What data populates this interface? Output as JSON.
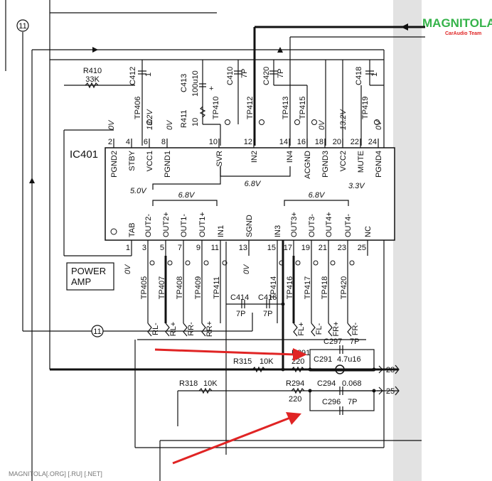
{
  "brand": {
    "name": "MAGNITOLA",
    "team": "CarAudio Team",
    "color": "#35b34a",
    "accent": "#e02424"
  },
  "footer": "MAGNITOLA[.ORG] [.RU] [.NET]",
  "connector_11": "11",
  "ic": {
    "ref": "IC401",
    "block_label": [
      "POWER",
      "AMP"
    ],
    "pins_top": [
      {
        "num": "2",
        "name": "PGND2"
      },
      {
        "num": "4",
        "name": "STBY"
      },
      {
        "num": "6",
        "name": "VCC1"
      },
      {
        "num": "8",
        "name": "PGND1"
      },
      {
        "num": "10",
        "name": "SVR"
      },
      {
        "num": "12",
        "name": "IN2"
      },
      {
        "num": "14",
        "name": "IN4"
      },
      {
        "num": "16",
        "name": "ACGND"
      },
      {
        "num": "18",
        "name": "PGND3"
      },
      {
        "num": "20",
        "name": "VCC2"
      },
      {
        "num": "22",
        "name": "MUTE"
      },
      {
        "num": "24",
        "name": "PGND4"
      }
    ],
    "pins_bottom": [
      {
        "num": "1",
        "name": "TAB"
      },
      {
        "num": "3",
        "name": "OUT2-"
      },
      {
        "num": "5",
        "name": "OUT2+"
      },
      {
        "num": "7",
        "name": "OUT1-"
      },
      {
        "num": "9",
        "name": "OUT1+"
      },
      {
        "num": "11",
        "name": "IN1"
      },
      {
        "num": "13",
        "name": "SGND"
      },
      {
        "num": "15",
        "name": "IN3"
      },
      {
        "num": "17",
        "name": "OUT3+"
      },
      {
        "num": "19",
        "name": "OUT3-"
      },
      {
        "num": "21",
        "name": "OUT4+"
      },
      {
        "num": "23",
        "name": "OUT4-"
      },
      {
        "num": "25",
        "name": "NC"
      }
    ]
  },
  "voltages": {
    "pin2": "0V",
    "pin6": "13.2V",
    "pin8": "0V",
    "pin18": "0V",
    "pin20": "13.2V",
    "pin24": "0V",
    "stby": "5.0V",
    "mute": "3.3V",
    "svr_in": "6.8V",
    "out_left": "6.8V",
    "out_right": "6.8V",
    "tab": "0V",
    "sgnd": "0V"
  },
  "components": {
    "r410": {
      "ref": "R410",
      "value": "33K"
    },
    "c412": {
      "ref": "C412",
      "value": "1"
    },
    "c413": {
      "ref": "C413",
      "value": "100u10"
    },
    "r411": {
      "ref": "R411",
      "value": "10"
    },
    "c410": {
      "ref": "C410",
      "value": "7P"
    },
    "c420": {
      "ref": "C420",
      "value": "7P"
    },
    "c418": {
      "ref": "C418",
      "value": "1"
    },
    "c414": {
      "ref": "C414",
      "value": "7P"
    },
    "c416": {
      "ref": "C416",
      "value": "7P"
    },
    "c297": {
      "ref": "C297",
      "value": "7P"
    },
    "r291": {
      "ref": "R291",
      "value": "220"
    },
    "c291": {
      "ref": "C291",
      "value": "4.7u16"
    },
    "r315": {
      "ref": "R315",
      "value": "10K"
    },
    "r318": {
      "ref": "R318",
      "value": "10K"
    },
    "r294": {
      "ref": "R294",
      "value": "220"
    },
    "c294": {
      "ref": "C294",
      "value": "0.068"
    },
    "c296": {
      "ref": "C296",
      "value": "7P"
    }
  },
  "test_points_top": [
    "TP406",
    "TP410",
    "TP412",
    "TP413",
    "TP415",
    "TP419"
  ],
  "test_points_bottom": [
    "TP405",
    "TP407",
    "TP408",
    "TP409",
    "TP411",
    "TP414",
    "TP416",
    "TP417",
    "TP418",
    "TP420"
  ],
  "speaker_outputs": [
    "RL-",
    "RL+",
    "RR-",
    "RR+",
    "FL+",
    "FL-",
    "FR+",
    "FR-"
  ],
  "connectors": {
    "c28": "28",
    "c25": "25"
  },
  "polarity_plus": "+"
}
